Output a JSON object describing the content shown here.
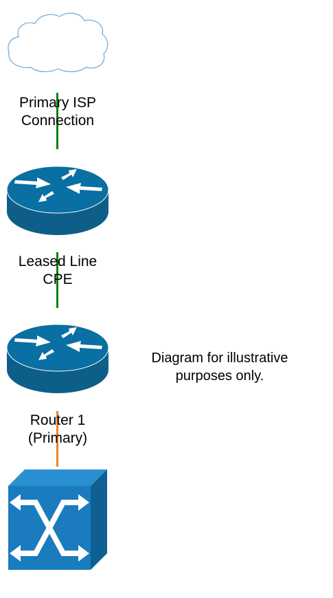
{
  "diagram": {
    "nodes": [
      {
        "id": "isp",
        "icon": "cloud-icon",
        "label": "Primary ISP\nConnection"
      },
      {
        "id": "cpe",
        "icon": "router-icon",
        "label": "Leased Line\nCPE"
      },
      {
        "id": "router1",
        "icon": "router-icon",
        "label": "Router 1\n(Primary)"
      },
      {
        "id": "switch",
        "icon": "switch-icon",
        "label": ""
      }
    ],
    "links": [
      {
        "from": "isp",
        "to": "cpe",
        "color": "#008000"
      },
      {
        "from": "cpe",
        "to": "router1",
        "color": "#008000"
      },
      {
        "from": "router1",
        "to": "switch",
        "color": "#f08020"
      }
    ],
    "note": "Diagram for illustrative\npurposes only."
  },
  "colors": {
    "router_blue": "#0a6fa2",
    "router_dark": "#0d5f8a",
    "switch_blue": "#1a7bbf",
    "cloud_stroke": "#6aa8d8"
  }
}
